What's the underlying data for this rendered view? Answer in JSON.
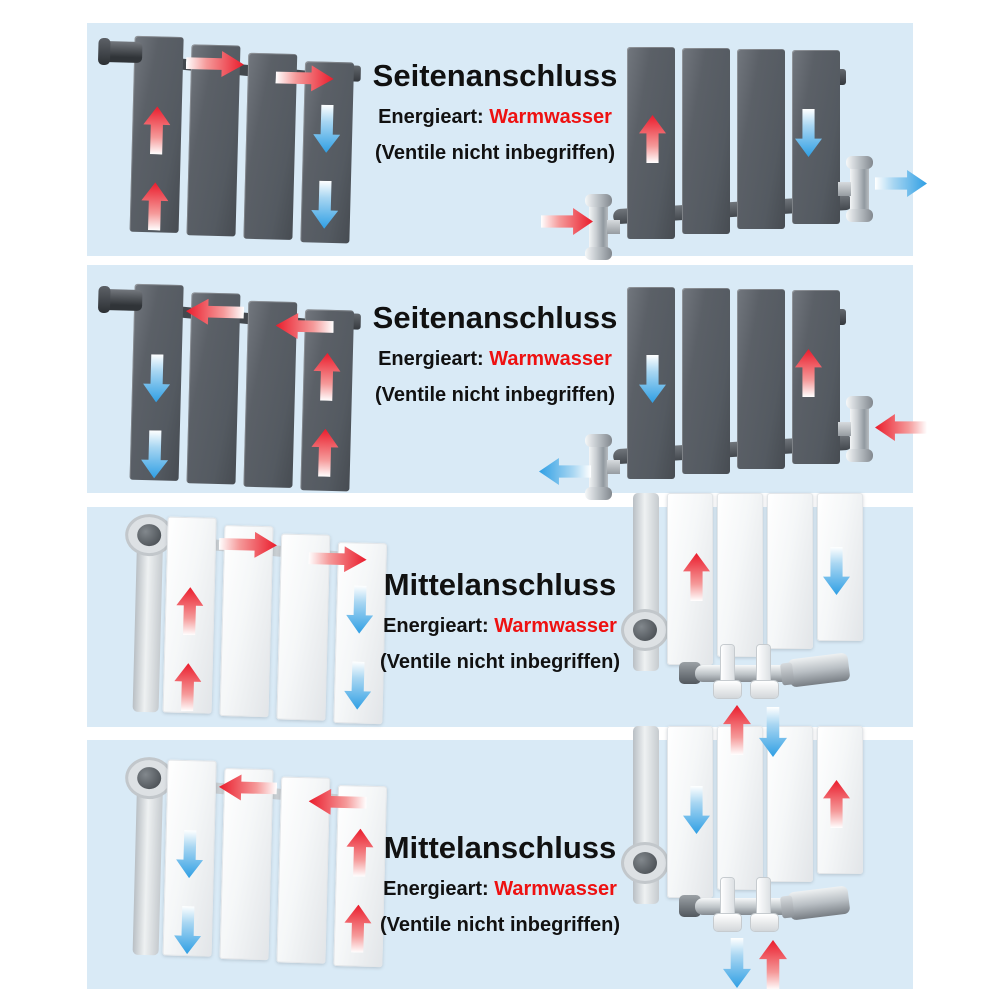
{
  "page": {
    "kind": "radiator connection infographic",
    "language": "de"
  },
  "colors": {
    "page_background": "#ffffff",
    "section_background": "#d9eaf6",
    "title_text": "#111111",
    "accent_red_text": "#ee1111",
    "hot_arrow": "#ea1c2c",
    "cold_arrow": "#2f9fe4",
    "radiator_dark": "#5b6067",
    "radiator_white": "#f5f7f8",
    "chrome_valve": "#c9ced2"
  },
  "icons": {
    "hot-flow-arrow-icon": "red gradient arrow (white tail to red head)",
    "cold-flow-arrow-icon": "blue gradient arrow (white tail to blue head)"
  },
  "sections": [
    {
      "title": "Seitenanschluss",
      "energy_label": "Energieart:",
      "energy_value": "Warmwasser",
      "note": "(Ventile nicht inbegriffen)",
      "radiator_style": "anthracite",
      "connection": "side",
      "flow": "hot inlet bottom-left, flow left-to-right, cold outlet bottom-right"
    },
    {
      "title": "Seitenanschluss",
      "energy_label": "Energieart:",
      "energy_value": "Warmwasser",
      "note": "(Ventile nicht inbegriffen)",
      "radiator_style": "anthracite",
      "connection": "side",
      "flow": "hot inlet bottom-right, flow right-to-left, cold outlet bottom-left"
    },
    {
      "title": "Mittelanschluss",
      "energy_label": "Energieart:",
      "energy_value": "Warmwasser",
      "note": "(Ventile nicht inbegriffen)",
      "radiator_style": "white",
      "connection": "middle",
      "flow": "hot inlet center-left stub, flow left-to-right, cold outlet center-right stub"
    },
    {
      "title": "Mittelanschluss",
      "energy_label": "Energieart:",
      "energy_value": "Warmwasser",
      "note": "(Ventile nicht inbegriffen)",
      "radiator_style": "white",
      "connection": "middle",
      "flow": "hot inlet center-right stub, flow right-to-left, cold outlet center-left stub"
    }
  ]
}
